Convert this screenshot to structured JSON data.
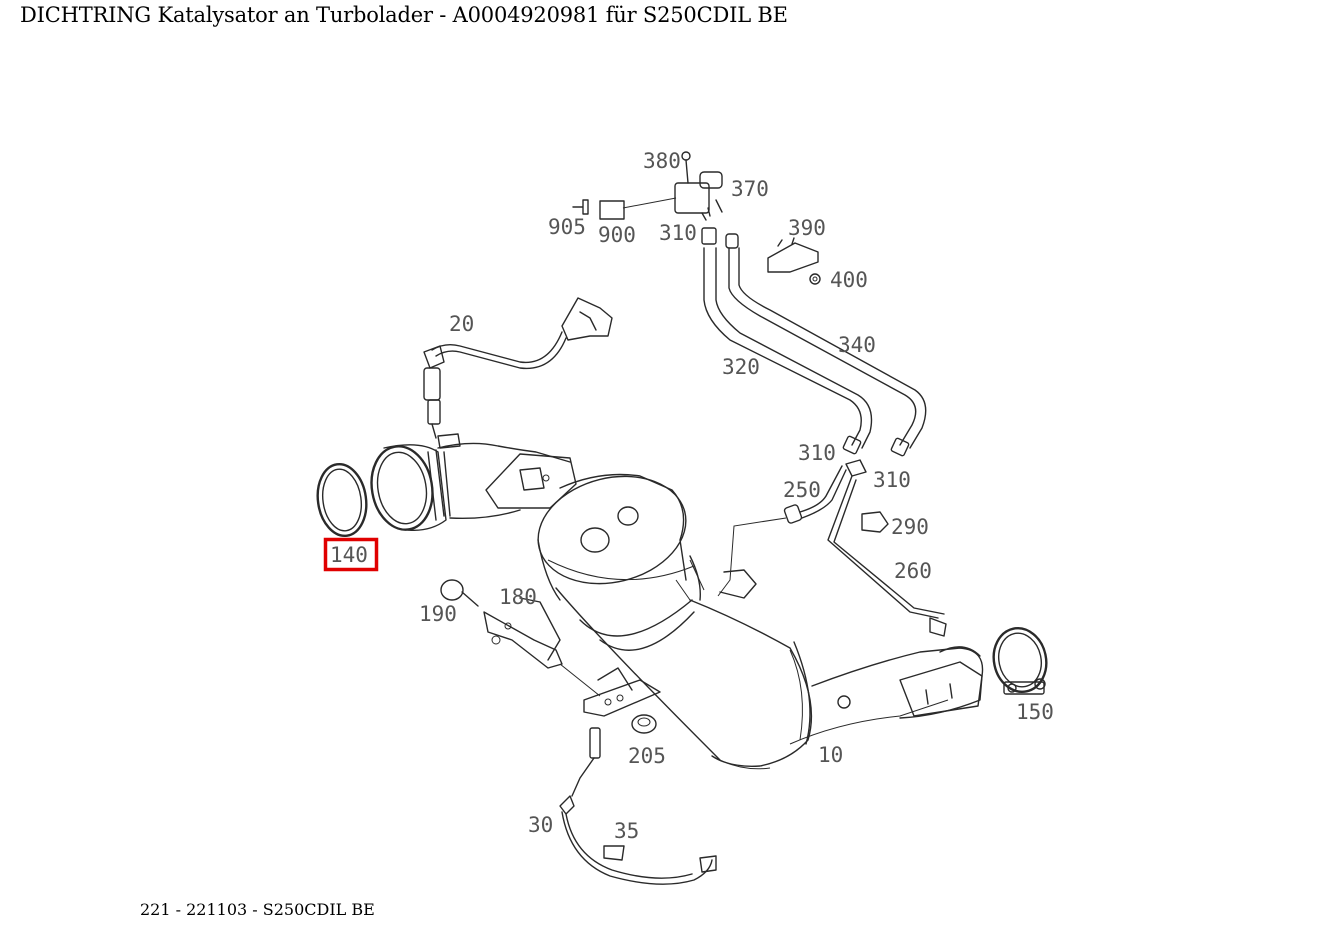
{
  "title": "DICHTRING Katalysator an Turbolader - A0004920981 für S250CDIL BE",
  "footer": "221 - 221103 - S250CDIL BE",
  "highlight_color": "#e00000",
  "highlighted_part": "140",
  "parts": [
    {
      "id": "380",
      "label": "380"
    },
    {
      "id": "370",
      "label": "370"
    },
    {
      "id": "905",
      "label": "905"
    },
    {
      "id": "900",
      "label": "900"
    },
    {
      "id": "310a",
      "label": "310"
    },
    {
      "id": "390",
      "label": "390"
    },
    {
      "id": "400",
      "label": "400"
    },
    {
      "id": "20",
      "label": "20"
    },
    {
      "id": "340",
      "label": "340"
    },
    {
      "id": "320",
      "label": "320"
    },
    {
      "id": "310b",
      "label": "310"
    },
    {
      "id": "310c",
      "label": "310"
    },
    {
      "id": "250",
      "label": "250"
    },
    {
      "id": "290",
      "label": "290"
    },
    {
      "id": "140",
      "label": "140"
    },
    {
      "id": "260",
      "label": "260"
    },
    {
      "id": "180",
      "label": "180"
    },
    {
      "id": "190",
      "label": "190"
    },
    {
      "id": "150",
      "label": "150"
    },
    {
      "id": "205",
      "label": "205"
    },
    {
      "id": "10",
      "label": "10"
    },
    {
      "id": "30",
      "label": "30"
    },
    {
      "id": "35",
      "label": "35"
    }
  ]
}
